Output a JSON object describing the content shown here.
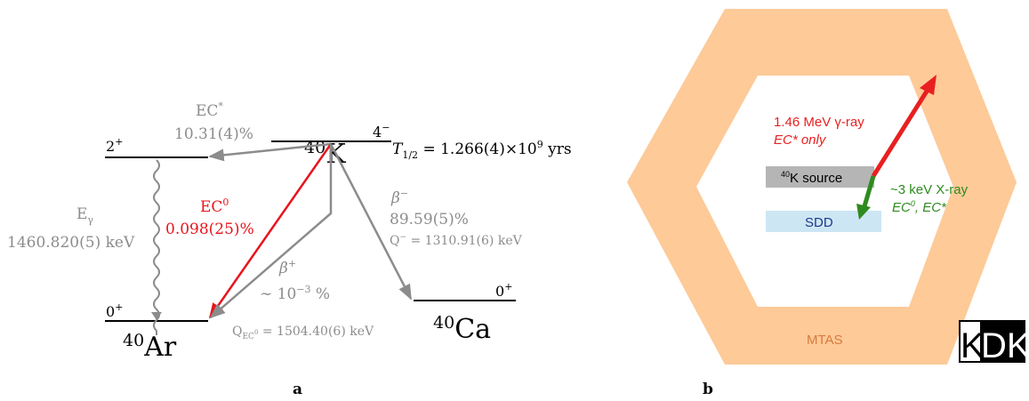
{
  "panel_a": {
    "label": "a",
    "k40": {
      "mass": "40",
      "symbol": "K",
      "spin": "4",
      "spin_sign": "−"
    },
    "half_life": {
      "lhs_T": "T",
      "lhs_sub": "1/2",
      "rhs": " = 1.266(4)×10",
      "exp": "9",
      "unit": " yrs"
    },
    "ar40": {
      "mass": "40",
      "symbol": "Ar"
    },
    "ca40": {
      "mass": "40",
      "symbol": "Ca",
      "spin": "0",
      "spin_sign": "+"
    },
    "ar_excited": {
      "spin": "2",
      "spin_sign": "+"
    },
    "ar_ground": {
      "spin": "0",
      "spin_sign": "+"
    },
    "ec_star": {
      "label": "EC",
      "label_sup": "*",
      "percent": "10.31(4)%"
    },
    "gamma": {
      "label": "E",
      "label_sub": "γ",
      "energy": "1460.820(5) keV"
    },
    "ec0": {
      "label": "EC",
      "label_sup": "0",
      "percent": "0.098(25)%"
    },
    "beta_plus": {
      "label": "β",
      "label_sup": "+",
      "ratio_prefix": "∼ 10",
      "ratio_exp": "−3",
      "ratio_suffix": " %"
    },
    "q_ec0": {
      "q": "Q",
      "sub": "EC",
      "sub_sup": "0",
      "value": " = 1504.40(6) keV"
    },
    "beta_minus": {
      "label": "β",
      "label_sup": "−",
      "percent": "89.59(5)%",
      "q_prefix": "Q",
      "q_sup": "−",
      "q_value": " = 1310.91(6) keV"
    },
    "colors": {
      "level": "#000000",
      "gray": "#8c8c8c",
      "red": "#e8141c"
    }
  },
  "panel_b": {
    "label": "b",
    "gamma_label": "1.46 MeV γ-ray",
    "gamma_sub": "EC* only",
    "source_mass": "40",
    "source_label": "K source",
    "xray_label": "~3 keV X-ray",
    "xray_sub_1": "EC",
    "xray_sub_1_sup": "0",
    "xray_sub_2": ", EC*",
    "detector_label": "SDD",
    "mtas_label": "MTAS",
    "logo_left": "K",
    "logo_right": "DK",
    "colors": {
      "mtas": "#fdca98",
      "mtas_text": "#d97a3e",
      "source": "#b5b5b5",
      "sdd": "#cde6f4",
      "sdd_text": "#1a3a8a",
      "gamma": "#e82020",
      "xray": "#2e8b1e"
    }
  }
}
